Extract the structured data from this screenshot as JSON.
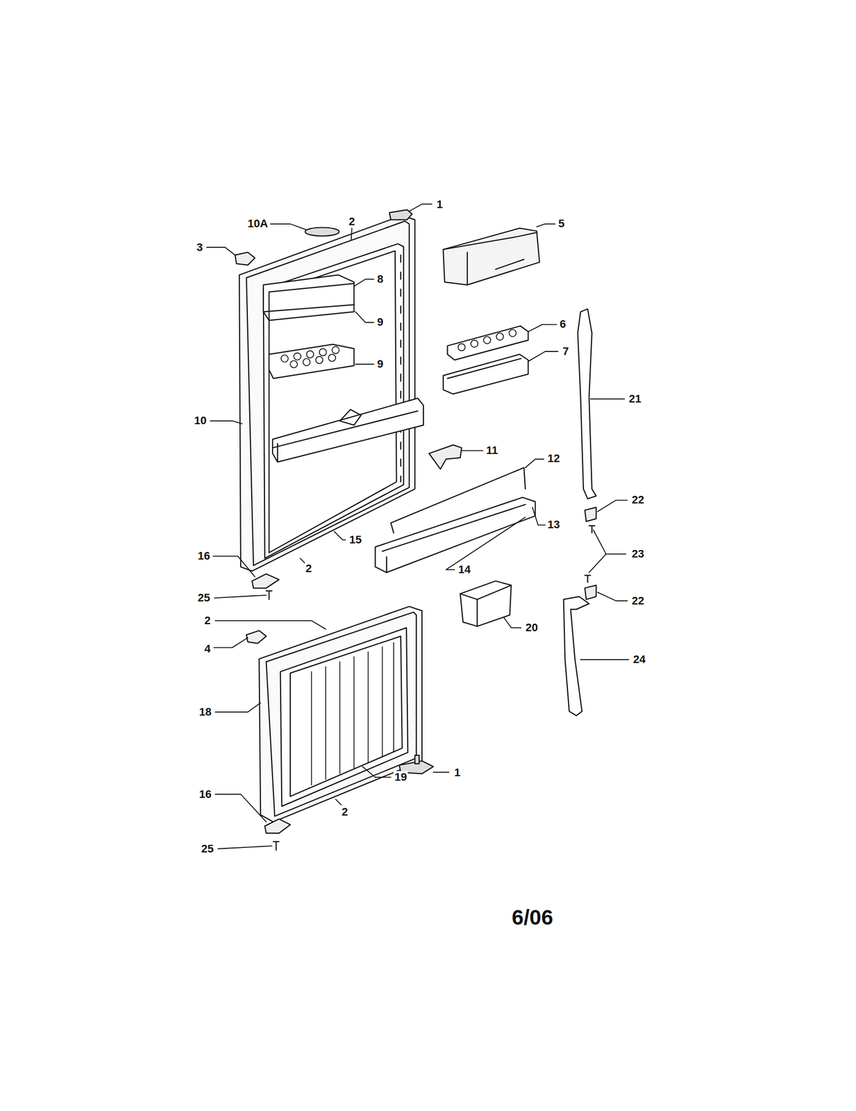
{
  "diagram": {
    "labels": [
      "1",
      "10A",
      "2",
      "5",
      "3",
      "8",
      "9",
      "6",
      "9",
      "7",
      "10",
      "21",
      "11",
      "12",
      "22",
      "13",
      "15",
      "23",
      "14",
      "16",
      "2",
      "25",
      "22",
      "20",
      "2",
      "4",
      "24",
      "18",
      "1",
      "19",
      "16",
      "2",
      "25",
      "6/06"
    ]
  }
}
